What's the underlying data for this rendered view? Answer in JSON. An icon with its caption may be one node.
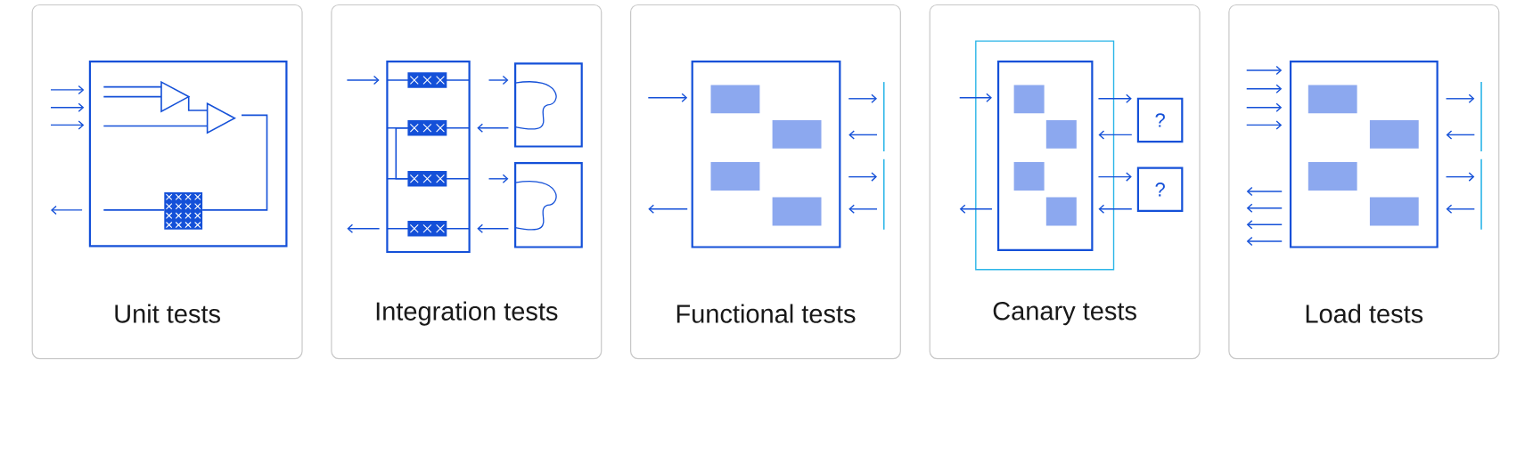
{
  "diagram": {
    "nodes": [
      {
        "text": [
          "Unit tests"
        ]
      },
      {
        "text": [
          "Integration tests"
        ]
      },
      {
        "text": [
          "Functional tests"
        ]
      },
      {
        "text": [
          "Canary tests"
        ]
      },
      {
        "text": [
          "Load tests"
        ]
      },
      {
        "text": [],
        "shape": "box",
        "in": 3
      },
      {
        "text": [
          "?"
        ],
        "in": 3
      },
      {
        "text": [
          "?"
        ],
        "in": 3
      }
    ],
    "edges": [
      {
        "from": null,
        "to": 5,
        "arrow": "to"
      },
      {
        "from": 5,
        "to": null,
        "arrow": "to"
      },
      {
        "from": 5,
        "to": 6,
        "arrow": "to"
      },
      {
        "from": 6,
        "to": 5,
        "arrow": "to"
      },
      {
        "from": 5,
        "to": 7,
        "arrow": "to"
      },
      {
        "from": 7,
        "to": 5,
        "arrow": "to"
      }
    ]
  }
}
